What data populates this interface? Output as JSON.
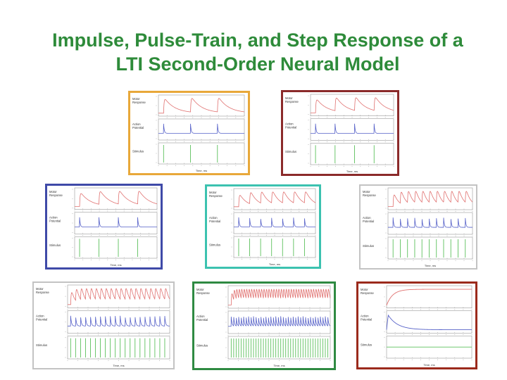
{
  "slide": {
    "title_line1": "Impulse, Pulse-Train, and Step Response of a",
    "title_line2": "LTI Second-Order Neural Model"
  },
  "colors": {
    "title": "#2e8b3a",
    "motor_trace": "#e0706f",
    "action_trace": "#5560c8",
    "stimulus_trace": "#5cc05c",
    "frame_orange": "#e8a83a",
    "frame_darkred": "#8b2a2a",
    "frame_blue": "#3f4aa8",
    "frame_teal": "#3cc2b0",
    "frame_gray": "#c3c3c3",
    "frame_green": "#2f8a42",
    "frame_red": "#9b2a1c"
  },
  "panel_labels": {
    "motor": [
      "Motor",
      "Response"
    ],
    "action": [
      "Action",
      "Potential"
    ],
    "stimulus": "Stimulus",
    "xaxis": "Time, ms"
  },
  "panels": [
    {
      "id": "impulse-period-50",
      "frame": "frame_orange",
      "mode": "pulse",
      "count": 3
    },
    {
      "id": "pulse-train-period-50b",
      "frame": "frame_darkred",
      "mode": "pulse",
      "count": 4
    },
    {
      "id": "pulse-train-6",
      "frame": "frame_blue",
      "mode": "pulse",
      "count": 4
    },
    {
      "id": "pulse-train-8",
      "frame": "frame_teal",
      "mode": "pulse",
      "count": 7
    },
    {
      "id": "pulse-train-12",
      "frame": "frame_gray",
      "mode": "pulse",
      "count": 11
    },
    {
      "id": "pulse-train-20",
      "frame": "frame_gray",
      "mode": "dense",
      "count": 20
    },
    {
      "id": "pulse-train-40",
      "frame": "frame_green",
      "mode": "dense",
      "count": 40
    },
    {
      "id": "step-response",
      "frame": "frame_red",
      "mode": "step",
      "count": 0
    }
  ]
}
